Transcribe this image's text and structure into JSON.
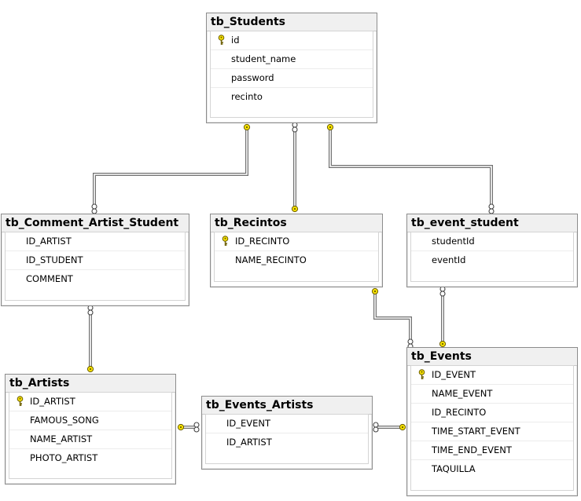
{
  "tables": [
    {
      "id": "students",
      "name": "tb_Students",
      "columns": [
        {
          "name": "id",
          "pk": true
        },
        {
          "name": "student_name"
        },
        {
          "name": "password"
        },
        {
          "name": "recinto"
        }
      ]
    },
    {
      "id": "comment",
      "name": "tb_Comment_Artist_Student",
      "columns": [
        {
          "name": "ID_ARTIST"
        },
        {
          "name": "ID_STUDENT"
        },
        {
          "name": "COMMENT"
        }
      ]
    },
    {
      "id": "recintos",
      "name": "tb_Recintos",
      "columns": [
        {
          "name": "ID_RECINTO",
          "pk": true
        },
        {
          "name": "NAME_RECINTO"
        }
      ]
    },
    {
      "id": "eventstudent",
      "name": "tb_event_student",
      "columns": [
        {
          "name": "studentId"
        },
        {
          "name": "eventId"
        }
      ]
    },
    {
      "id": "artists",
      "name": "tb_Artists",
      "columns": [
        {
          "name": "ID_ARTIST",
          "pk": true
        },
        {
          "name": "FAMOUS_SONG"
        },
        {
          "name": "NAME_ARTIST"
        },
        {
          "name": "PHOTO_ARTIST"
        }
      ]
    },
    {
      "id": "eventsartists",
      "name": "tb_Events_Artists",
      "columns": [
        {
          "name": "ID_EVENT"
        },
        {
          "name": "ID_ARTIST"
        }
      ]
    },
    {
      "id": "events",
      "name": "tb_Events",
      "columns": [
        {
          "name": "ID_EVENT",
          "pk": true
        },
        {
          "name": "NAME_EVENT"
        },
        {
          "name": "ID_RECINTO"
        },
        {
          "name": "TIME_START_EVENT"
        },
        {
          "name": "TIME_END_EVENT"
        },
        {
          "name": "TAQUILLA"
        }
      ]
    }
  ],
  "relationships": [
    {
      "from": "students",
      "to": "comment"
    },
    {
      "from": "students",
      "to": "recintos"
    },
    {
      "from": "students",
      "to": "eventstudent"
    },
    {
      "from": "comment",
      "to": "artists"
    },
    {
      "from": "recintos",
      "to": "events"
    },
    {
      "from": "eventstudent",
      "to": "events"
    },
    {
      "from": "eventsartists",
      "to": "artists"
    },
    {
      "from": "eventsartists",
      "to": "events"
    }
  ],
  "colors": {
    "key": "#f5e100",
    "key_stroke": "#6b5d00",
    "line": "#707070",
    "header": "#f0f0f0"
  }
}
